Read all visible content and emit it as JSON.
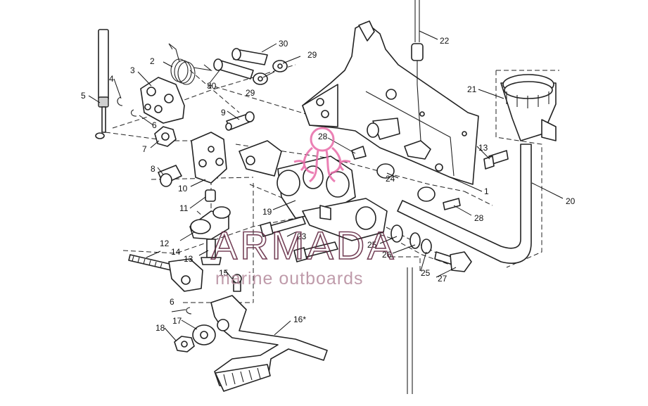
{
  "callouts": [
    {
      "n": "1"
    },
    {
      "n": "2"
    },
    {
      "n": "3"
    },
    {
      "n": "4"
    },
    {
      "n": "5"
    },
    {
      "n": "6"
    },
    {
      "n": "6"
    },
    {
      "n": "7"
    },
    {
      "n": "8"
    },
    {
      "n": "9"
    },
    {
      "n": "10"
    },
    {
      "n": "11"
    },
    {
      "n": "12"
    },
    {
      "n": "13"
    },
    {
      "n": "13"
    },
    {
      "n": "14"
    },
    {
      "n": "15"
    },
    {
      "n": "16*"
    },
    {
      "n": "17"
    },
    {
      "n": "18"
    },
    {
      "n": "19"
    },
    {
      "n": "20"
    },
    {
      "n": "21"
    },
    {
      "n": "22"
    },
    {
      "n": "23"
    },
    {
      "n": "24"
    },
    {
      "n": "25"
    },
    {
      "n": "25"
    },
    {
      "n": "26"
    },
    {
      "n": "27"
    },
    {
      "n": "28"
    },
    {
      "n": "28"
    },
    {
      "n": "29"
    },
    {
      "n": "29"
    },
    {
      "n": "30"
    },
    {
      "n": "30"
    }
  ],
  "watermark": {
    "brand": "ARMADA",
    "tagline": "marine outboards",
    "logo_color": "#e86aa8"
  }
}
